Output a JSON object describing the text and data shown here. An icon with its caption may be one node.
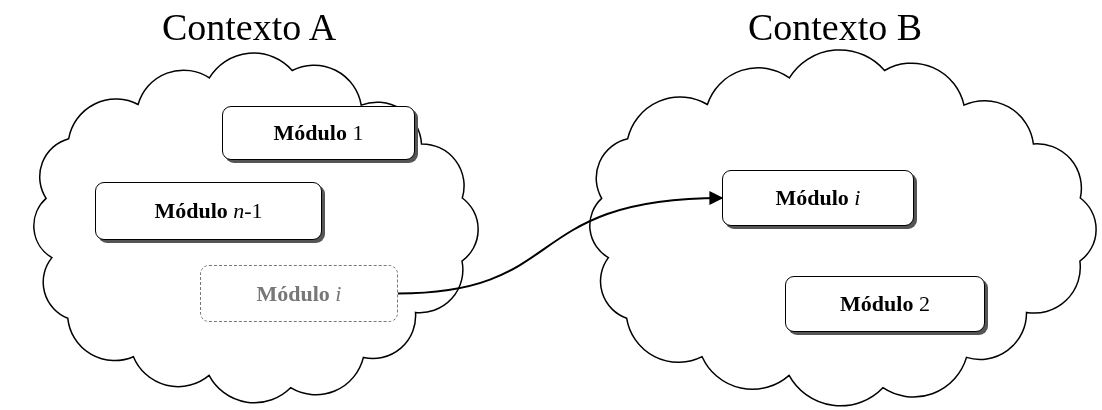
{
  "diagram": {
    "nodes": [
      {
        "text": [
          "Contexto A"
        ]
      },
      {
        "text": [
          "**Módulo** 1"
        ],
        "in": 0
      },
      {
        "text": [
          "**Módulo** *n*-1"
        ],
        "in": 0
      },
      {
        "text": [
          "**Módulo** *i*"
        ],
        "in": 0
      },
      {
        "text": [
          "Contexto B"
        ]
      },
      {
        "text": [
          "**Módulo** *i*"
        ],
        "in": 4
      },
      {
        "text": [
          "**Módulo** 2"
        ],
        "in": 4
      }
    ],
    "edges": [
      {
        "from": 3,
        "to": 5,
        "arrow": "to"
      }
    ]
  }
}
